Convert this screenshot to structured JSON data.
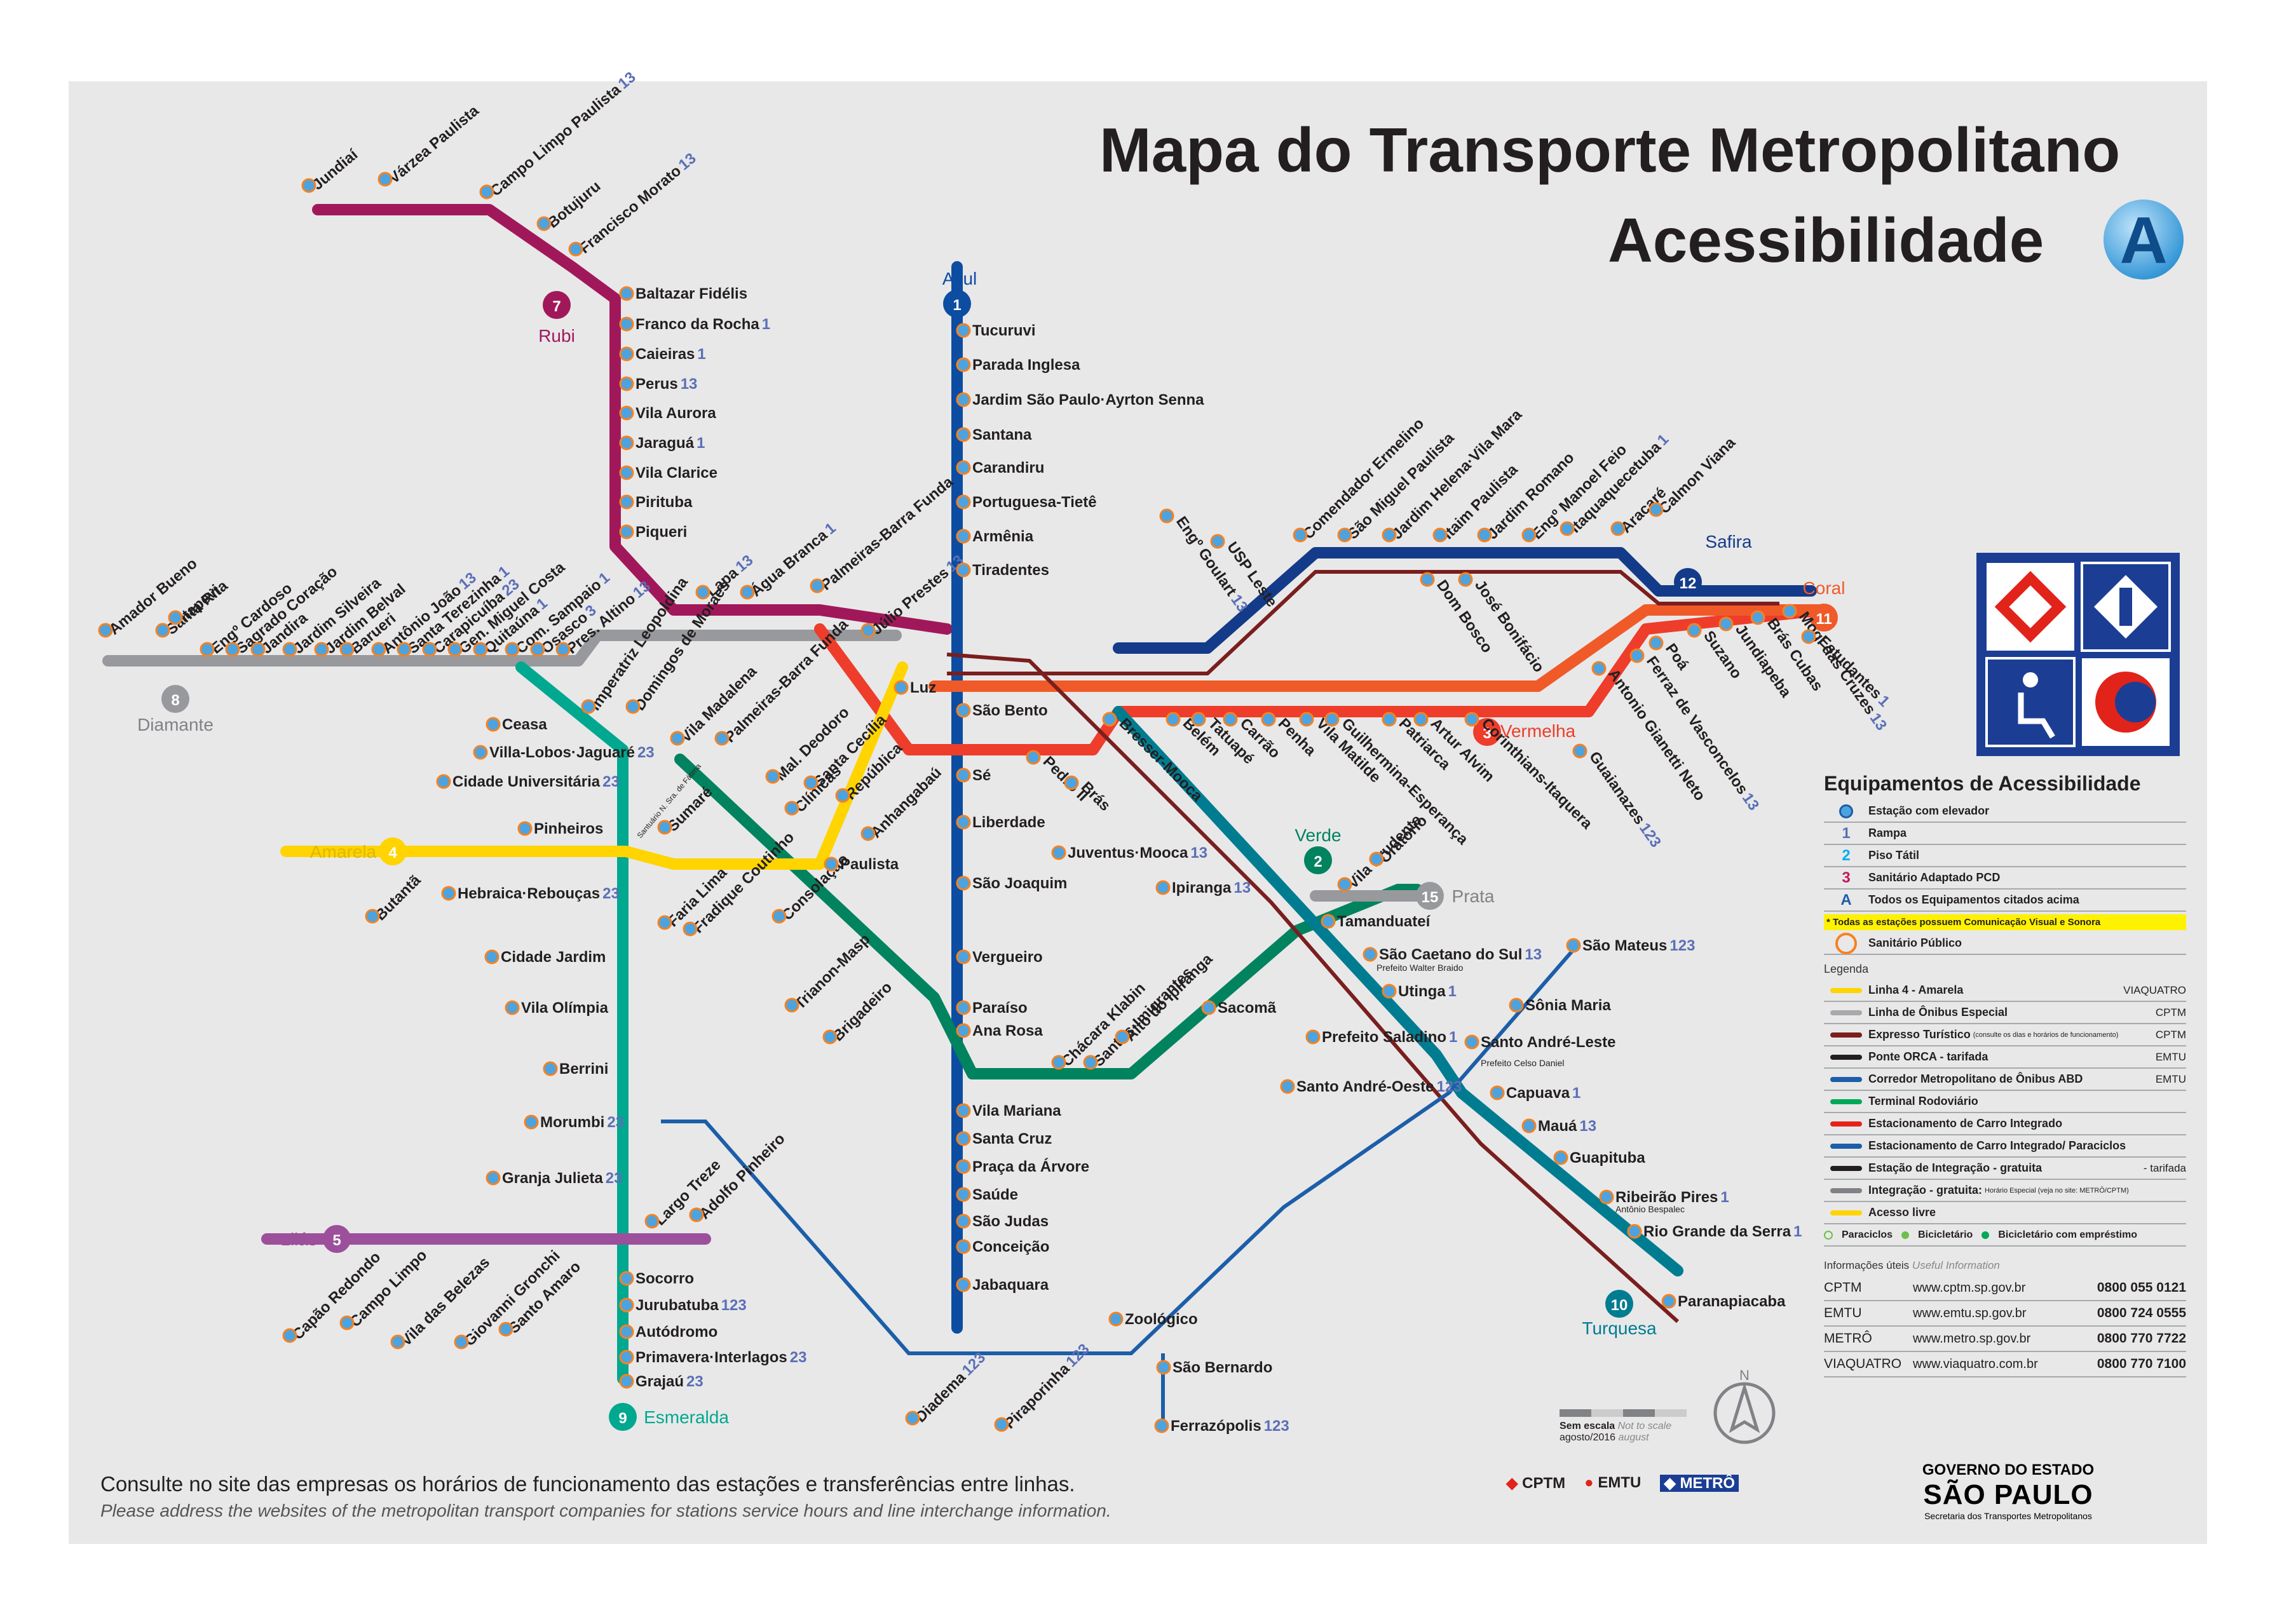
{
  "title_line1": "Mapa do Transporte Metropolitano",
  "title_line2": "Acessibilidade",
  "title_badge": "A",
  "footer": {
    "pt": "Consulte no site das empresas os horários de funcionamento das estações e transferências entre linhas.",
    "en": "Please address the websites of the metropolitan transport companies for stations service hours and line interchange information."
  },
  "lines": [
    {
      "id": "1",
      "name": "Azul",
      "color": "#0c4da2"
    },
    {
      "id": "2",
      "name": "Verde",
      "color": "#00835e"
    },
    {
      "id": "3",
      "name": "Vermelha",
      "color": "#ee3d2a"
    },
    {
      "id": "4",
      "name": "Amarela",
      "color": "#ffd400"
    },
    {
      "id": "5",
      "name": "Lilás",
      "color": "#9c4f9b"
    },
    {
      "id": "7",
      "name": "Rubi",
      "color": "#a1185a"
    },
    {
      "id": "8",
      "name": "Diamante",
      "color": "#97999c"
    },
    {
      "id": "9",
      "name": "Esmeralda",
      "color": "#00a88f"
    },
    {
      "id": "10",
      "name": "Turquesa",
      "color": "#007c91"
    },
    {
      "id": "11",
      "name": "Coral",
      "color": "#f05a28"
    },
    {
      "id": "12",
      "name": "Safira",
      "color": "#133b8a"
    },
    {
      "id": "13",
      "name": "",
      "color": "#00a859"
    },
    {
      "id": "15",
      "name": "Prata",
      "color": "#97999c"
    }
  ],
  "stations": [
    {
      "name": "Jundiaí"
    },
    {
      "name": "Várzea Paulista"
    },
    {
      "name": "Campo Limpo Paulista",
      "mark": "13"
    },
    {
      "name": "Botujuru"
    },
    {
      "name": "Francisco Morato",
      "mark": "13"
    },
    {
      "name": "Baltazar Fidélis"
    },
    {
      "name": "Franco da Rocha",
      "mark": "1"
    },
    {
      "name": "Caieiras",
      "mark": "1"
    },
    {
      "name": "Perus",
      "mark": "13"
    },
    {
      "name": "Vila Aurora"
    },
    {
      "name": "Jaraguá",
      "mark": "1"
    },
    {
      "name": "Vila Clarice"
    },
    {
      "name": "Pirituba"
    },
    {
      "name": "Piqueri"
    },
    {
      "name": "Lapa",
      "mark": "13"
    },
    {
      "name": "Água Branca",
      "mark": "1"
    },
    {
      "name": "Palmeiras-Barra Funda"
    },
    {
      "name": "Júlio Prestes",
      "mark": "13"
    },
    {
      "name": "Luz"
    },
    {
      "name": "Amador Bueno"
    },
    {
      "name": "Santa Rita"
    },
    {
      "name": "Itapevi"
    },
    {
      "name": "Engº Cardoso"
    },
    {
      "name": "Sagrado Coração"
    },
    {
      "name": "Jandira"
    },
    {
      "name": "Jardim Silveira"
    },
    {
      "name": "Jardim Belval"
    },
    {
      "name": "Barueri"
    },
    {
      "name": "Antônio João",
      "mark": "13"
    },
    {
      "name": "Santa Terezinha",
      "mark": "1"
    },
    {
      "name": "Carapicuíba",
      "mark": "23"
    },
    {
      "name": "Gen. Miguel Costa"
    },
    {
      "name": "Quitaúna",
      "mark": "1"
    },
    {
      "name": "Com. Sampaio",
      "mark": "1"
    },
    {
      "name": "Osasco",
      "mark": "3"
    },
    {
      "name": "Pres. Altino",
      "mark": "13"
    },
    {
      "name": "Imperatriz Leopoldina"
    },
    {
      "name": "Domingos de Moraes"
    },
    {
      "name": "Tucuruvi"
    },
    {
      "name": "Parada Inglesa"
    },
    {
      "name": "Jardim São Paulo·Ayrton Senna"
    },
    {
      "name": "Santana"
    },
    {
      "name": "Carandiru"
    },
    {
      "name": "Portuguesa-Tietê"
    },
    {
      "name": "Armênia"
    },
    {
      "name": "Tiradentes"
    },
    {
      "name": "São Bento"
    },
    {
      "name": "Sé"
    },
    {
      "name": "Liberdade"
    },
    {
      "name": "São Joaquim"
    },
    {
      "name": "Vergueiro"
    },
    {
      "name": "Paraíso"
    },
    {
      "name": "Ana Rosa"
    },
    {
      "name": "Vila Mariana"
    },
    {
      "name": "Santa Cruz"
    },
    {
      "name": "Praça da Árvore"
    },
    {
      "name": "Saúde"
    },
    {
      "name": "São Judas"
    },
    {
      "name": "Conceição"
    },
    {
      "name": "Jabaquara"
    },
    {
      "name": "Vila Madalena"
    },
    {
      "name": "Sumaré"
    },
    {
      "name": "Clínicas"
    },
    {
      "name": "Consolação"
    },
    {
      "name": "Trianon-Masp"
    },
    {
      "name": "Brigadeiro"
    },
    {
      "name": "Chácara Klabin"
    },
    {
      "name": "Santos-Imigrantes"
    },
    {
      "name": "Alto do Ipiranga"
    },
    {
      "name": "Sacomã"
    },
    {
      "name": "Tamanduateí"
    },
    {
      "name": "Vila Prudente"
    },
    {
      "name": "Oratório"
    },
    {
      "name": "Palmeiras-Barra Funda"
    },
    {
      "name": "Mal. Deodoro"
    },
    {
      "name": "Santa Cecília"
    },
    {
      "name": "República"
    },
    {
      "name": "Anhangabaú"
    },
    {
      "name": "Pedro II"
    },
    {
      "name": "Brás"
    },
    {
      "name": "Bresser-Mooca"
    },
    {
      "name": "Belém"
    },
    {
      "name": "Tatuapé"
    },
    {
      "name": "Carrão"
    },
    {
      "name": "Penha"
    },
    {
      "name": "Vila Matilde"
    },
    {
      "name": "Guilhermina-Esperança"
    },
    {
      "name": "Patriarca"
    },
    {
      "name": "Artur Alvim"
    },
    {
      "name": "Corinthians-Itaquera"
    },
    {
      "name": "Butantã"
    },
    {
      "name": "Pinheiros"
    },
    {
      "name": "Faria Lima"
    },
    {
      "name": "Fradique Coutinho"
    },
    {
      "name": "Paulista"
    },
    {
      "name": "Capão Redondo"
    },
    {
      "name": "Campo Limpo"
    },
    {
      "name": "Vila das Belezas"
    },
    {
      "name": "Giovanni Gronchi"
    },
    {
      "name": "Santo Amaro"
    },
    {
      "name": "Largo Treze"
    },
    {
      "name": "Adolfo Pinheiro"
    },
    {
      "name": "Ceasa"
    },
    {
      "name": "Villa-Lobos·Jaguaré",
      "mark": "23"
    },
    {
      "name": "Cidade Universitária",
      "mark": "23"
    },
    {
      "name": "Hebraica·Rebouças",
      "mark": "23"
    },
    {
      "name": "Cidade Jardim"
    },
    {
      "name": "Vila Olímpia"
    },
    {
      "name": "Berrini"
    },
    {
      "name": "Morumbi",
      "mark": "23"
    },
    {
      "name": "Granja Julieta",
      "mark": "23"
    },
    {
      "name": "Socorro"
    },
    {
      "name": "Jurubatuba",
      "mark": "123"
    },
    {
      "name": "Autódromo"
    },
    {
      "name": "Primavera·Interlagos",
      "mark": "23"
    },
    {
      "name": "Grajaú",
      "mark": "23"
    },
    {
      "name": "Juventus·Mooca",
      "mark": "13"
    },
    {
      "name": "Ipiranga",
      "mark": "13"
    },
    {
      "name": "São Caetano do Sul",
      "mark": "13"
    },
    {
      "name": "Utinga",
      "mark": "1"
    },
    {
      "name": "Prefeito Saladino",
      "mark": "1"
    },
    {
      "name": "Santo André-Oeste",
      "mark": "123"
    },
    {
      "name": "Santo André-Leste"
    },
    {
      "name": "Capuava",
      "mark": "1"
    },
    {
      "name": "Mauá",
      "mark": "13"
    },
    {
      "name": "Guapituba"
    },
    {
      "name": "Ribeirão Pires",
      "mark": "1"
    },
    {
      "name": "Rio Grande da Serra",
      "mark": "1"
    },
    {
      "name": "Paranapiacaba"
    },
    {
      "name": "São Mateus",
      "mark": "123"
    },
    {
      "name": "Sônia Maria"
    },
    {
      "name": "Diadema",
      "mark": "123"
    },
    {
      "name": "Piraporinha",
      "mark": "123"
    },
    {
      "name": "São Bernardo"
    },
    {
      "name": "Ferrazópolis",
      "mark": "123"
    },
    {
      "name": "Zoológico"
    },
    {
      "name": "USP Leste"
    },
    {
      "name": "Engº Goulart",
      "mark": "13"
    },
    {
      "name": "Comendador Ermelino"
    },
    {
      "name": "São Miguel Paulista"
    },
    {
      "name": "Jardim Helena·Vila Mara"
    },
    {
      "name": "Itaim Paulista"
    },
    {
      "name": "Jardim Romano"
    },
    {
      "name": "Engº Manoel Feio"
    },
    {
      "name": "Itaquaquecetuba",
      "mark": "1"
    },
    {
      "name": "Aracaré"
    },
    {
      "name": "Calmon Viana"
    },
    {
      "name": "Dom Bosco"
    },
    {
      "name": "José Bonifácio"
    },
    {
      "name": "Guaianazes",
      "mark": "123"
    },
    {
      "name": "Antonio Gianetti Neto"
    },
    {
      "name": "Ferraz de Vasconcelos",
      "mark": "13"
    },
    {
      "name": "Poá"
    },
    {
      "name": "Suzano"
    },
    {
      "name": "Jundiapeba"
    },
    {
      "name": "Brás Cubas"
    },
    {
      "name": "Mogi das Cruzes",
      "mark": "13"
    },
    {
      "name": "Estudantes",
      "mark": "1"
    }
  ],
  "small_labels": {
    "praca": "Prefeito Walter Braido",
    "celso": "Prefeito Celso Daniel",
    "bespalec": "Antônio Bespalec",
    "sernambi": "Santuário N. Sra. de Fátima"
  },
  "legend": {
    "heading": "Equipamentos de Acessibilidade",
    "equipment": [
      {
        "icon": "elevator",
        "label": "Estação com elevador"
      },
      {
        "icon": "1",
        "label": "Rampa"
      },
      {
        "icon": "2",
        "label": "Piso Tátil"
      },
      {
        "icon": "3",
        "label": "Sanitário Adaptado PCD"
      },
      {
        "icon": "A",
        "label": "Todos os Equipamentos citados acima"
      }
    ],
    "note": "* Todas as estações possuem Comunicação Visual e Sonora",
    "public_toilet": "Sanitário Público",
    "legenda_title": "Legenda",
    "items": [
      {
        "label": "Linha 4 - Amarela",
        "operator": "VIAQUATRO"
      },
      {
        "label": "Linha de Ônibus Especial",
        "operator": "CPTM"
      },
      {
        "label": "Expresso Turístico",
        "operator": "CPTM",
        "note": "(consulte os dias e horários de funcionamento)"
      },
      {
        "label": "Ponte ORCA - tarifada",
        "operator": "EMTU"
      },
      {
        "label": "Corredor Metropolitano de Ônibus ABD",
        "operator": "EMTU"
      },
      {
        "label": "Terminal Rodoviário",
        "operator": ""
      },
      {
        "label": "Estacionamento de Carro Integrado",
        "operator": ""
      },
      {
        "label": "Estacionamento de Carro Integrado/ Paraciclos",
        "operator": ""
      },
      {
        "label": "Estação de Integração - gratuita",
        "operator": "- tarifada"
      },
      {
        "label": "Integração - gratuita:",
        "note": "Horário Especial (veja no site: METRÔ/CPTM)",
        "operator": ""
      },
      {
        "label": "Acesso livre",
        "operator": ""
      }
    ],
    "bikes": [
      "Paraciclos",
      "Bicicletário",
      "Bicicletário com empréstimo"
    ],
    "bike_note": ""
  },
  "info": {
    "title": "Informações úteis",
    "title_en": "Useful Information",
    "rows": [
      {
        "name": "CPTM",
        "url": "www.cptm.sp.gov.br",
        "phone": "0800 055 0121"
      },
      {
        "name": "EMTU",
        "url": "www.emtu.sp.gov.br",
        "phone": "0800 724 0555"
      },
      {
        "name": "METRÔ",
        "url": "www.metro.sp.gov.br",
        "phone": "0800 770 7722"
      },
      {
        "name": "VIAQUATRO",
        "url": "www.viaquatro.com.br",
        "phone": "0800 770 7100"
      }
    ]
  },
  "scale": {
    "pt": "Sem escala",
    "en": "Not to scale",
    "date": "agosto/2016",
    "date_en": "august"
  },
  "compass": "N",
  "operators": [
    "CPTM",
    "EMTU",
    "METRÔ"
  ],
  "government": {
    "line1": "GOVERNO DO ESTADO",
    "line2": "SÃO PAULO",
    "line3": "Secretaria dos Transportes Metropolitanos"
  },
  "colors": {
    "bg": "#e8e8e9",
    "text": "#231f20",
    "metro": "#0c4da2",
    "cptm": "#e2231a",
    "emtu": "#1c3f94"
  }
}
